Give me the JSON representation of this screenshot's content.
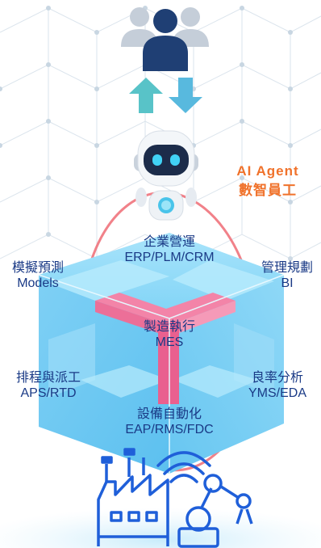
{
  "agent": {
    "title": "AI  Agent",
    "subtitle": "數智員工"
  },
  "modules": [
    {
      "name": "企業營運",
      "system": "ERP/PLM/CRM"
    },
    {
      "name": "模擬預測",
      "system": "Models"
    },
    {
      "name": "管理規劃",
      "system": "BI"
    },
    {
      "name": "製造執行",
      "system": "MES"
    },
    {
      "name": "排程與派工",
      "system": "APS/RTD"
    },
    {
      "name": "良率分析",
      "system": "YMS/EDA"
    },
    {
      "name": "設備自動化",
      "system": "EAP/RMS/FDC"
    }
  ],
  "icons": [
    "user-group-icon",
    "up-arrow-icon",
    "down-arrow-icon",
    "robot-icon",
    "factory-icon",
    "wifi-icon",
    "robot-arm-icon"
  ],
  "colors": {
    "label_text": "#1a3a86",
    "agent_text": "#f0722b",
    "cube_blue": "#7fd3f6",
    "core_pink": "#f384a8",
    "orbit_red": "#ee6b74",
    "factory_blue": "#1f5fd9"
  }
}
